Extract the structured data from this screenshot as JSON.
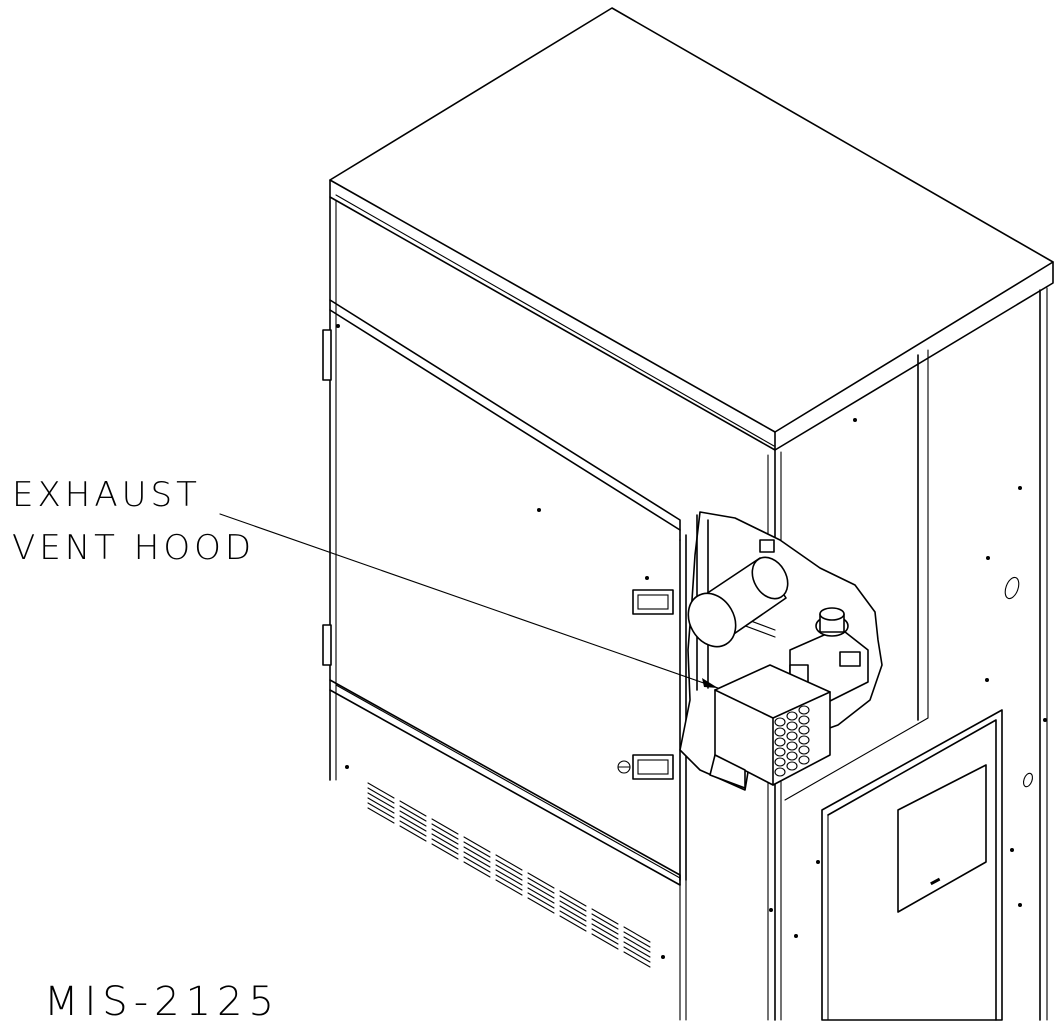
{
  "callout": {
    "line1": "EXHAUST",
    "line2": "VENT HOOD"
  },
  "drawing_number": "MIS-2125",
  "icons": {
    "unit": "wall-mount-hvac-unit-icon",
    "exhaust_hood": "exhaust-vent-hood-icon",
    "blower_motor": "blower-motor-icon",
    "gas_valve": "gas-valve-icon"
  },
  "colors": {
    "line": "#000000",
    "background": "#ffffff"
  }
}
